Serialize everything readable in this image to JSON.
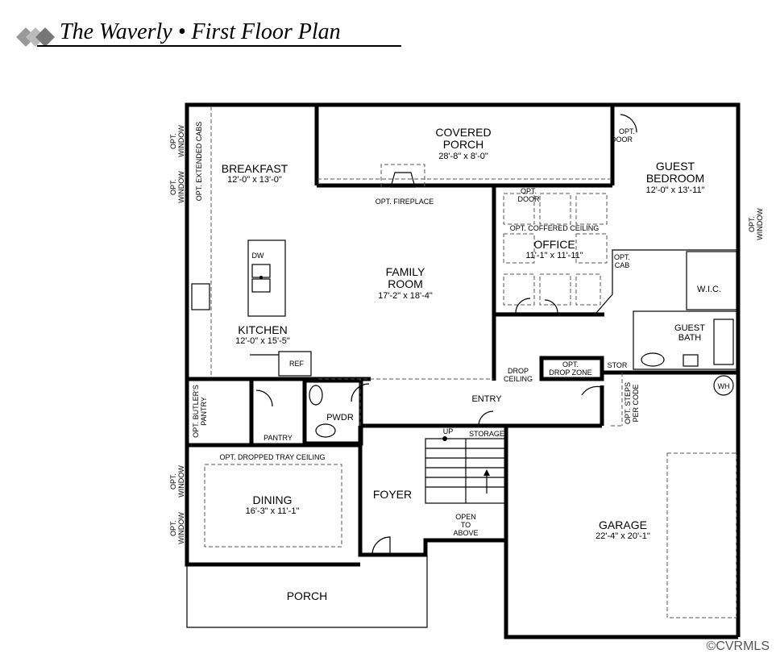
{
  "header": {
    "title": "The Waverly • First Floor Plan"
  },
  "rooms": {
    "covered_porch": {
      "name": "COVERED",
      "name2": "PORCH",
      "dims": "28'-8\" x 8'-0\""
    },
    "breakfast": {
      "name": "BREAKFAST",
      "dims": "12'-0\" x 13'-0\""
    },
    "family_room": {
      "name": "FAMILY",
      "name2": "ROOM",
      "dims": "17'-2\" x 18'-4\""
    },
    "office": {
      "name": "OFFICE",
      "dims": "11'-1\" x 11'-11\""
    },
    "guest_bedroom": {
      "name": "GUEST",
      "name2": "BEDROOM",
      "dims": "12'-0\" x 13'-11\""
    },
    "kitchen": {
      "name": "KITCHEN",
      "dims": "12'-0\" x 15'-5\""
    },
    "wic": {
      "name": "W.I.C."
    },
    "guest_bath": {
      "name": "GUEST",
      "name2": "BATH"
    },
    "dining": {
      "name": "DINING",
      "dims": "16'-3\" x 11'-1\""
    },
    "foyer": {
      "name": "FOYER"
    },
    "garage": {
      "name": "GARAGE",
      "dims": "22'-4\" x 20'-1\""
    },
    "porch": {
      "name": "PORCH"
    },
    "entry": {
      "name": "ENTRY"
    },
    "pwdr": {
      "name": "PWDR"
    },
    "pantry": {
      "name": "PANTRY"
    },
    "storage": {
      "name": "STORAGE"
    },
    "stor": {
      "name": "STOR"
    }
  },
  "labels": {
    "opt_window": [
      "OPT.",
      "WINDOW"
    ],
    "opt_extended_cabs": "OPT. EXTENDED CABS",
    "opt_fireplace": "OPT. FIREPLACE",
    "opt_door": [
      "OPT.",
      "DOOR"
    ],
    "opt_coffered_ceiling": "OPT. COFFERED CEILING",
    "opt_cab": [
      "OPT.",
      "CAB"
    ],
    "dw": "DW",
    "ref": "REF",
    "drop_ceiling": [
      "DROP",
      "CEILING"
    ],
    "opt_drop_zone": [
      "OPT.",
      "DROP ZONE"
    ],
    "opt_steps": [
      "OPT. STEPS",
      "PER CODE"
    ],
    "wh": "WH",
    "opt_butlers_pantry": [
      "OPT. BUTLER'S",
      "PANTRY"
    ],
    "opt_dropped_tray": "OPT. DROPPED TRAY CEILING",
    "up": "UP",
    "open_to_above": [
      "OPEN",
      "TO",
      "ABOVE"
    ]
  },
  "watermark": "©CVRMLS"
}
